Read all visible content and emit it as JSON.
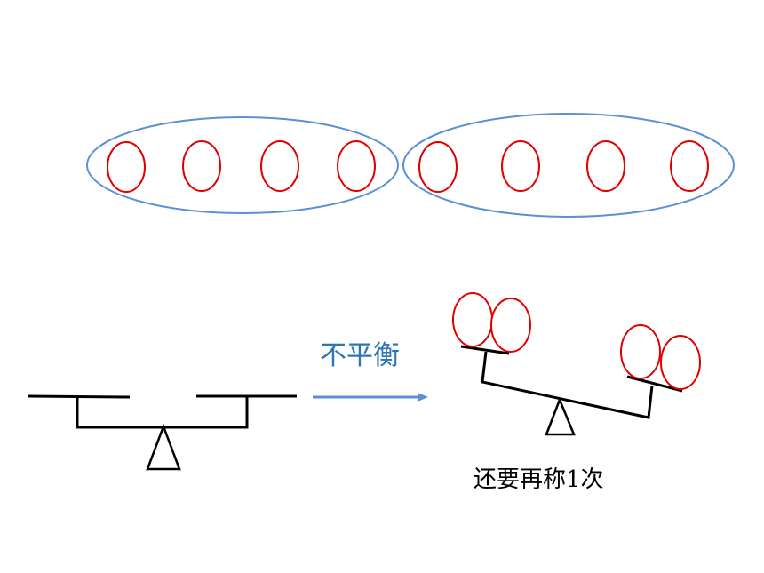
{
  "diagram": {
    "groups": [
      {
        "coin_count": 4
      },
      {
        "coin_count": 4
      }
    ],
    "arrow_label": "不平衡",
    "result_note": "还要再称1次",
    "colors": {
      "group_outline": "#5b8fd6",
      "coin": "#e00000",
      "arrow": "#5b8fd6",
      "arrow_text": "#2e75b6",
      "scale": "#000000"
    }
  }
}
